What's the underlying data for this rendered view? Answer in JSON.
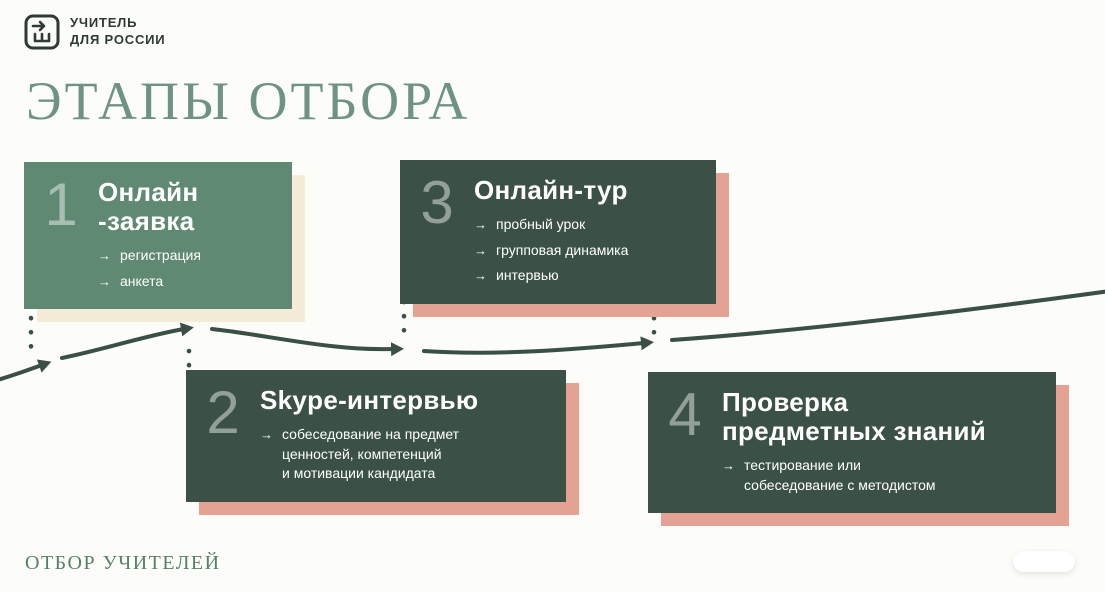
{
  "logo": {
    "line1": "УЧИТЕЛЬ",
    "line2": "ДЛЯ РОССИИ",
    "icon": "udr-logo-icon"
  },
  "title": "ЭТАПЫ ОТБОРА",
  "footer": "ОТБОР УЧИТЕЛЕЙ",
  "list_arrow": "→",
  "steps": [
    {
      "number": "1",
      "title": "Онлайн\n-заявка",
      "items": [
        "регистрация",
        "анкета"
      ]
    },
    {
      "number": "2",
      "title": "Skype-интервью",
      "items": [
        "собеседование на предмет\nценностей, компетенций\nи мотивации кандидата"
      ]
    },
    {
      "number": "3",
      "title": "Онлайн-тур",
      "items": [
        "пробный урок",
        "групповая динамика",
        "интервью"
      ]
    },
    {
      "number": "4",
      "title": "Проверка\nпредметных знаний",
      "items": [
        "тестирование или\nсобеседование с методистом"
      ]
    }
  ],
  "colors": {
    "card_green": "#5f8973",
    "card_dark": "#3b5146",
    "shadow_cream": "#f4ecd9",
    "shadow_pink": "#e3a294",
    "accent_green": "#6f9383",
    "line_dark": "#3a5045"
  }
}
